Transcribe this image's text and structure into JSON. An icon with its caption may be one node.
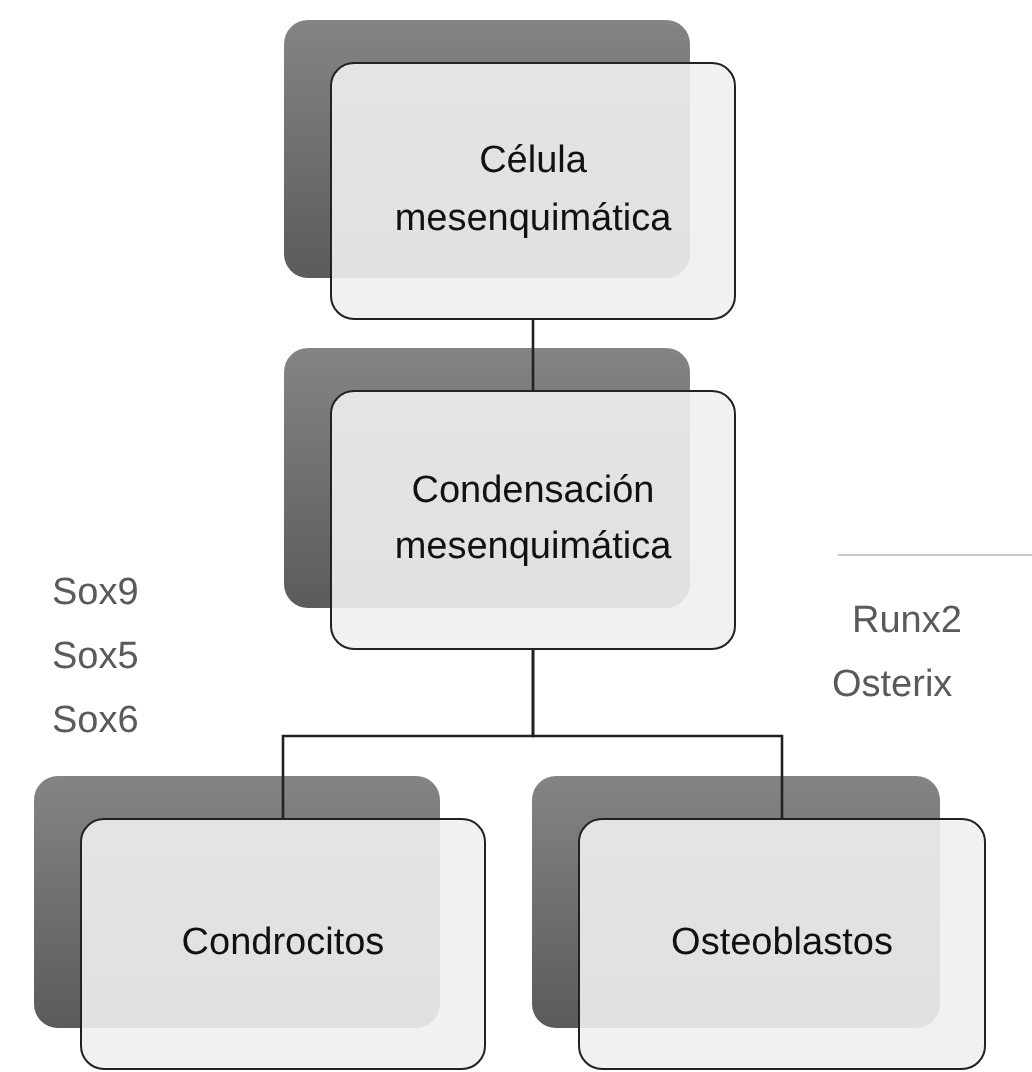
{
  "diagram": {
    "nodes": [
      {
        "text": [
          "Célula mesenquimática"
        ]
      },
      {
        "text": [
          "Condensación mesenquimática"
        ]
      },
      {
        "text": [
          "Condrocitos"
        ]
      },
      {
        "text": [
          "Osteoblastos"
        ]
      }
    ],
    "edges": [
      {
        "from": 0,
        "to": 1,
        "arrow": "none"
      },
      {
        "from": 1,
        "to": 2,
        "arrow": "none"
      },
      {
        "from": 1,
        "to": 3,
        "arrow": "none"
      }
    ],
    "labels": [
      "Sox9",
      "Sox5",
      "Sox6",
      "Runx2",
      "Osterix"
    ]
  }
}
